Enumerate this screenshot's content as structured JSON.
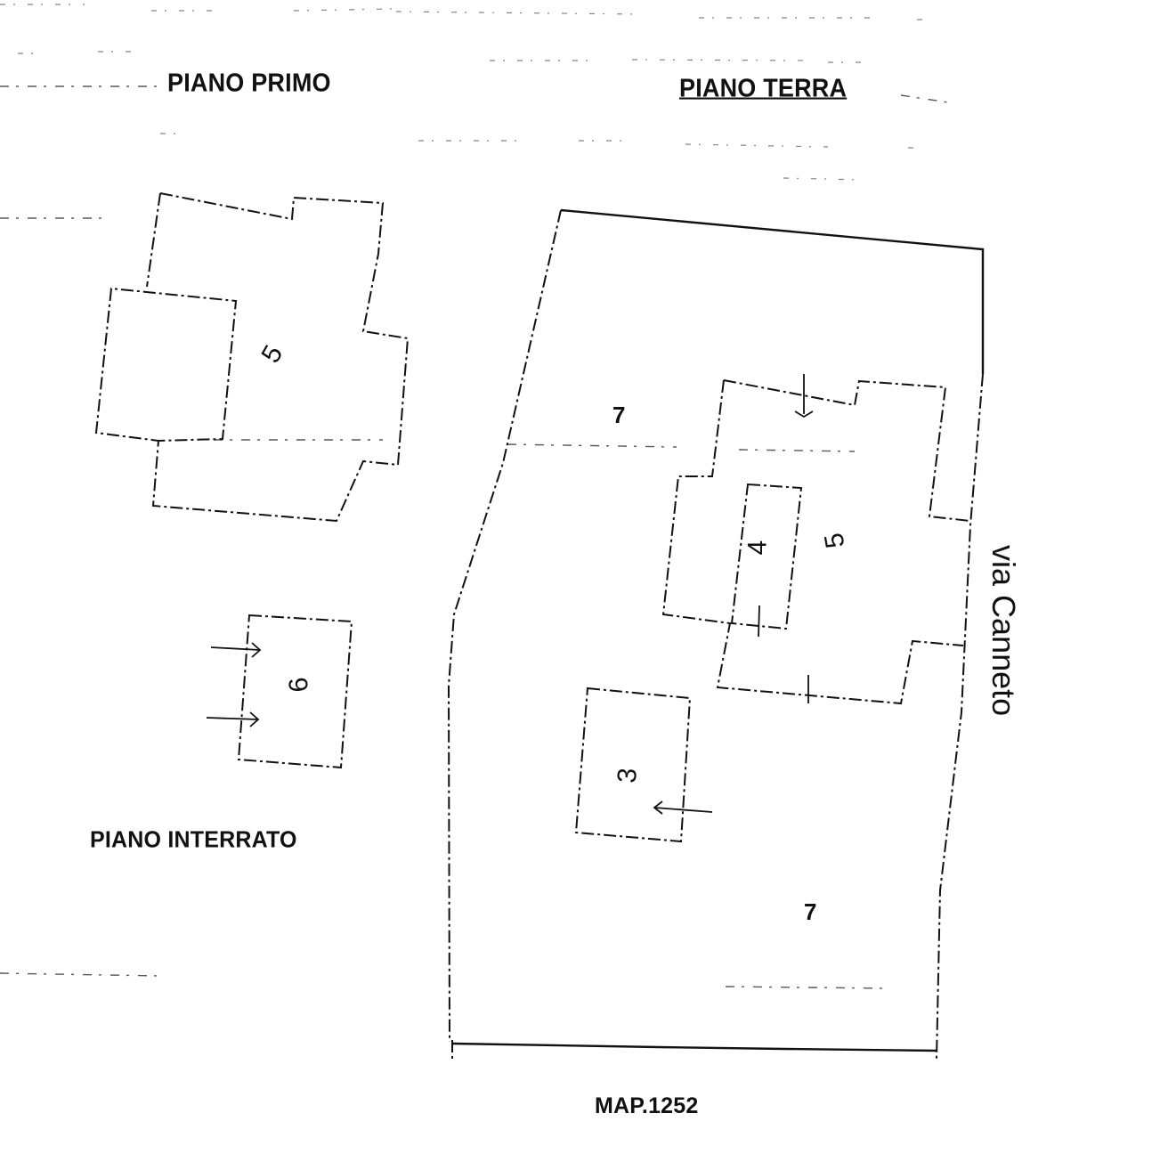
{
  "document": {
    "type": "cadastral floor plan",
    "background": "#ffffff",
    "ink": "#111111"
  },
  "floors": {
    "first": {
      "title": "PIANO PRIMO"
    },
    "ground": {
      "title": "PIANO TERRA"
    },
    "basement": {
      "title": "PIANO INTERRATO"
    }
  },
  "rooms": {
    "first_floor_5": "5",
    "ground_floor_5": "5",
    "ground_floor_4": "4",
    "ground_floor_3": "3",
    "basement_6": "6",
    "courtyard_7_top": "7",
    "courtyard_7_bottom": "7"
  },
  "street": {
    "name": "via Canneto"
  },
  "footer": {
    "map_reference": "MAP.1252"
  }
}
